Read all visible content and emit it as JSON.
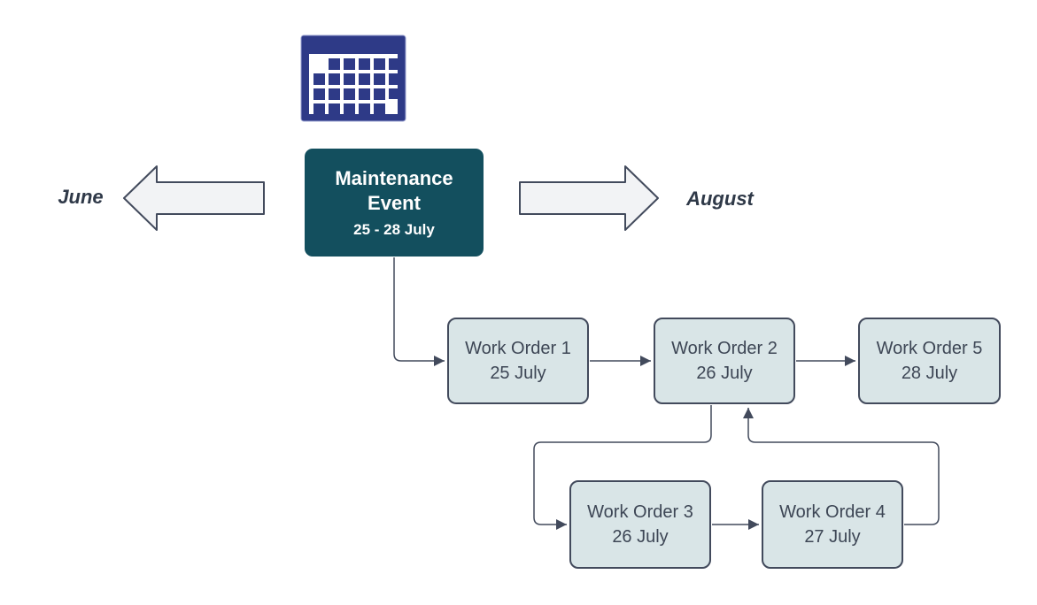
{
  "diagram": {
    "title_node": {
      "title": "Maintenance Event",
      "dates": "25 - 28 July"
    },
    "timeline": {
      "left_label": "June",
      "right_label": "August"
    },
    "work_orders": [
      {
        "name": "Work Order 1",
        "date": "25 July"
      },
      {
        "name": "Work Order 2",
        "date": "26 July"
      },
      {
        "name": "Work Order 3",
        "date": "26 July"
      },
      {
        "name": "Work Order 4",
        "date": "27 July"
      },
      {
        "name": "Work Order 5",
        "date": "28 July"
      }
    ],
    "connections": [
      "Maintenance Event -> Work Order 1",
      "Work Order 1 -> Work Order 2",
      "Work Order 2 -> Work Order 5",
      "Work Order 2 -> Work Order 3",
      "Work Order 3 -> Work Order 4",
      "Work Order 4 -> Work Order 2"
    ],
    "icons": {
      "calendar": "calendar-icon"
    },
    "colors": {
      "calendar_navy": "#2e3a87",
      "event_teal": "#134f5e",
      "work_order_fill": "#d9e5e7",
      "shape_border": "#424a5c",
      "connector": "#424a5c",
      "block_arrow_fill": "#f2f3f5",
      "text_dark": "#3d4655"
    }
  }
}
